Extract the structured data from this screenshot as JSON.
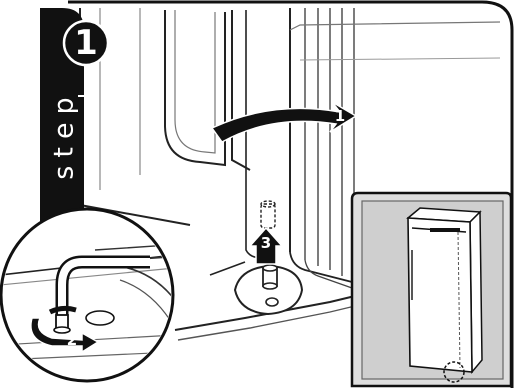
{
  "step": {
    "word": "step",
    "number": "1"
  },
  "callouts": {
    "rotate_door": "1",
    "turn_wrench": "2",
    "lift_pin": "3"
  },
  "colors": {
    "line": "#111111",
    "step_bar": "#111111",
    "background": "#ffffff"
  }
}
